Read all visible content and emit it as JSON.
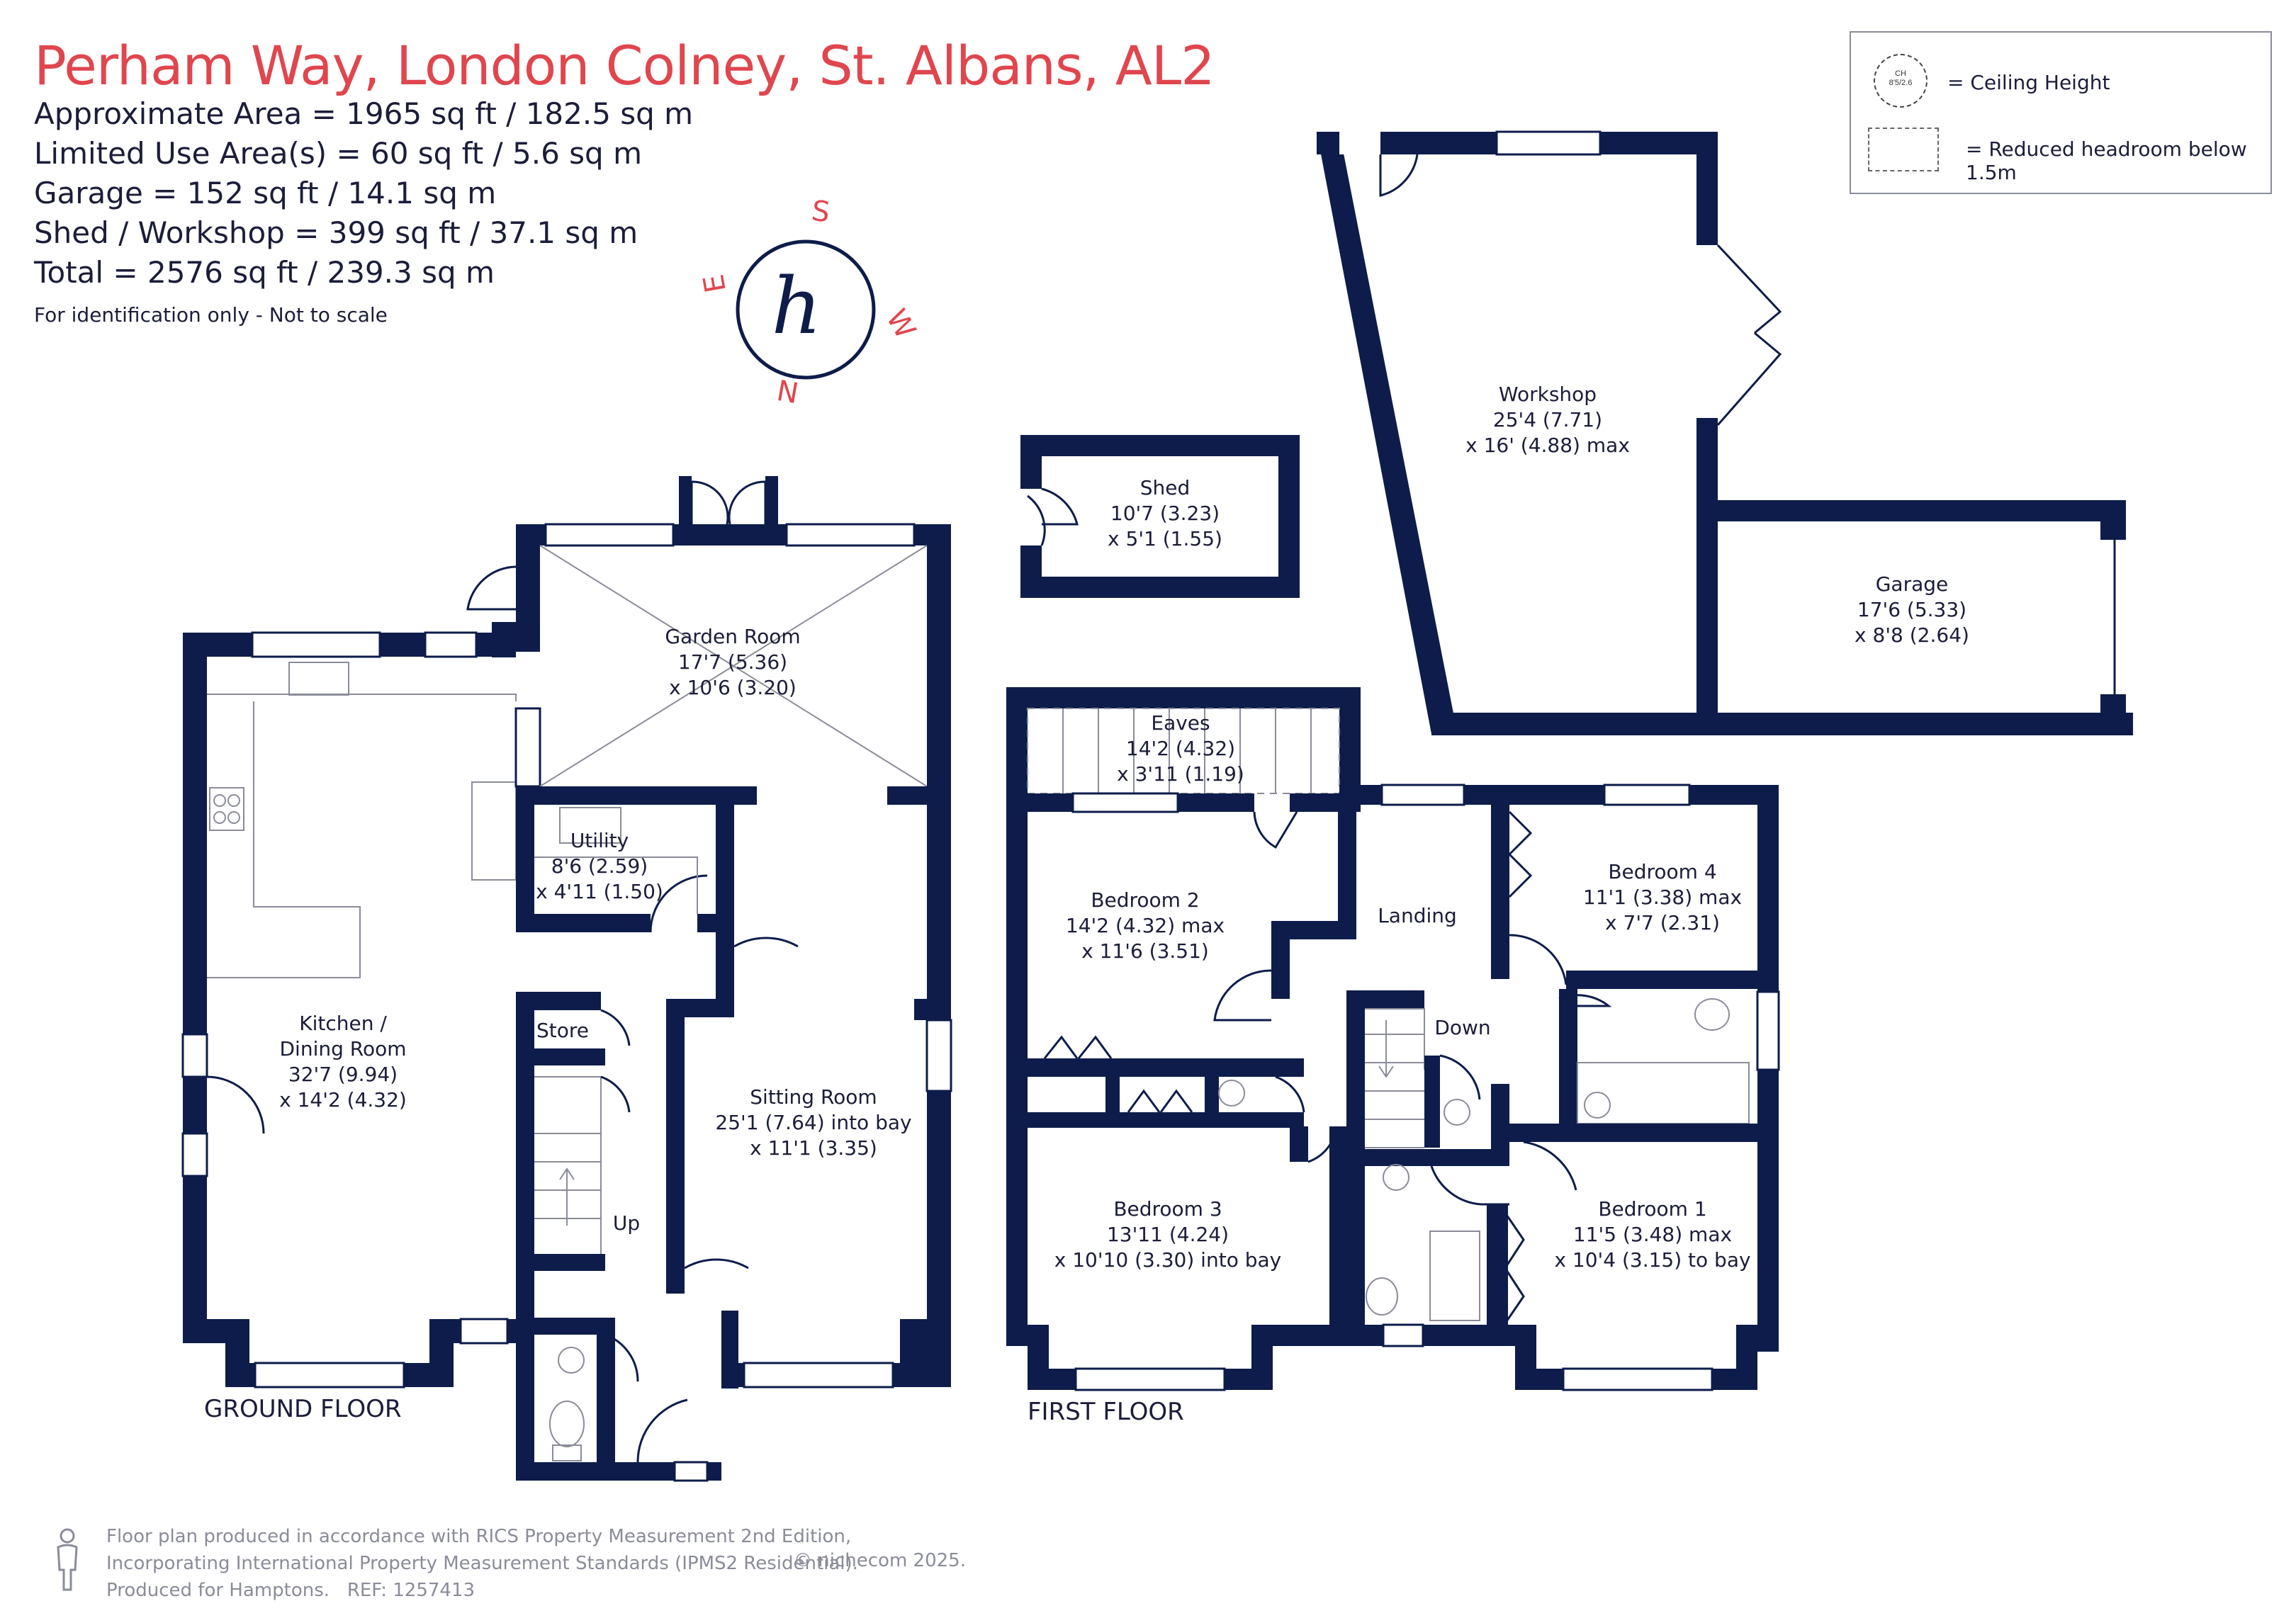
{
  "header": {
    "title": "Perham Way, London Colney, St. Albans, AL2",
    "lines": [
      "Approximate Area = 1965  sq ft / 182.5  sq m",
      "Limited Use Area(s) = 60  sq ft / 5.6  sq m",
      "Garage = 152 sq ft / 14.1  sq m",
      "Shed / Workshop = 399 sq ft / 37.1  sq m",
      "Total = 2576 sq ft / 239.3 sq m"
    ],
    "note": "For identification only - Not to scale"
  },
  "compass": {
    "s": "S",
    "w": "W",
    "n": "N",
    "e": "E",
    "logo": "h"
  },
  "legend": {
    "ceiling_label": "= Ceiling Height",
    "ceiling_symbol_top": "CH",
    "ceiling_symbol_bottom": "8'5/2.6",
    "reduced_label": "= Reduced headroom below 1.5m"
  },
  "floors": {
    "ground": "GROUND FLOOR",
    "first": "FIRST FLOOR"
  },
  "rooms": {
    "garden_room": [
      "Garden Room",
      "17'7 (5.36)",
      "x 10'6 (3.20)"
    ],
    "kitchen": [
      "Kitchen /",
      "Dining Room",
      "32'7 (9.94)",
      "x 14'2 (4.32)"
    ],
    "utility": [
      "Utility",
      "8'6 (2.59)",
      "x 4'11 (1.50)"
    ],
    "store": [
      "Store"
    ],
    "up": [
      "Up"
    ],
    "sitting_room": [
      "Sitting Room",
      "25'1 (7.64) into bay",
      "x 11'1 (3.35)"
    ],
    "shed": [
      "Shed",
      "10'7 (3.23)",
      "x 5'1 (1.55)"
    ],
    "workshop": [
      "Workshop",
      "25'4 (7.71)",
      "x 16' (4.88) max"
    ],
    "garage": [
      "Garage",
      "17'6 (5.33)",
      "x 8'8 (2.64)"
    ],
    "eaves": [
      "Eaves",
      "14'2 (4.32)",
      "x 3'11 (1.19)"
    ],
    "bedroom2": [
      "Bedroom 2",
      "14'2 (4.32) max",
      "x 11'6 (3.51)"
    ],
    "landing": [
      "Landing"
    ],
    "down": [
      "Down"
    ],
    "bedroom4": [
      "Bedroom 4",
      "11'1 (3.38) max",
      "x 7'7 (2.31)"
    ],
    "bedroom3": [
      "Bedroom 3",
      "13'11 (4.24)",
      "x 10'10 (3.30) into bay"
    ],
    "bedroom1": [
      "Bedroom 1",
      "11'5 (3.48) max",
      "x 10'4 (3.15) to bay"
    ]
  },
  "footer": {
    "line1": "Floor plan produced in accordance with RICS Property Measurement 2nd Edition,",
    "line2": "Incorporating International Property Measurement Standards (IPMS2 Residential).",
    "line3_a": "Produced for Hamptons.",
    "line3_b": "REF:  1257413",
    "copyright": "© nichecom 2025."
  },
  "colors": {
    "wall": "#0d1c4a",
    "accent": "#e0464e",
    "text": "#1b1d3a",
    "muted": "#8a8c99"
  }
}
